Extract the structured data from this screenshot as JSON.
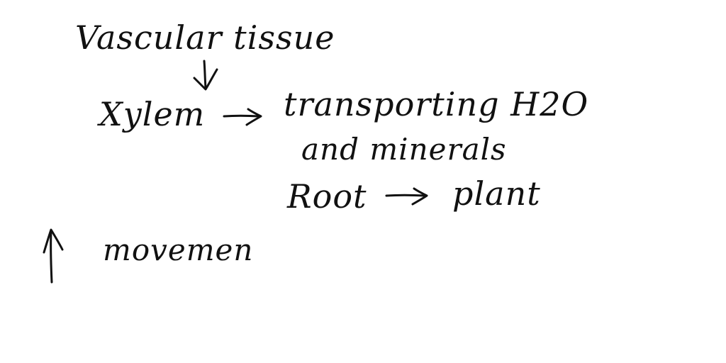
{
  "notes": {
    "title": "Vascular tissue",
    "xylem": "Xylem",
    "transporting": "transporting H2O",
    "and_minerals": "and minerals",
    "root": "Root",
    "plant": "plant",
    "movement": "movemen"
  },
  "icons": {
    "down_arrow": "down-arrow",
    "right_arrow_1": "right-arrow",
    "right_arrow_2": "right-arrow",
    "up_arrow": "up-arrow"
  },
  "colors": {
    "ink": "#111111",
    "background": "#ffffff"
  }
}
